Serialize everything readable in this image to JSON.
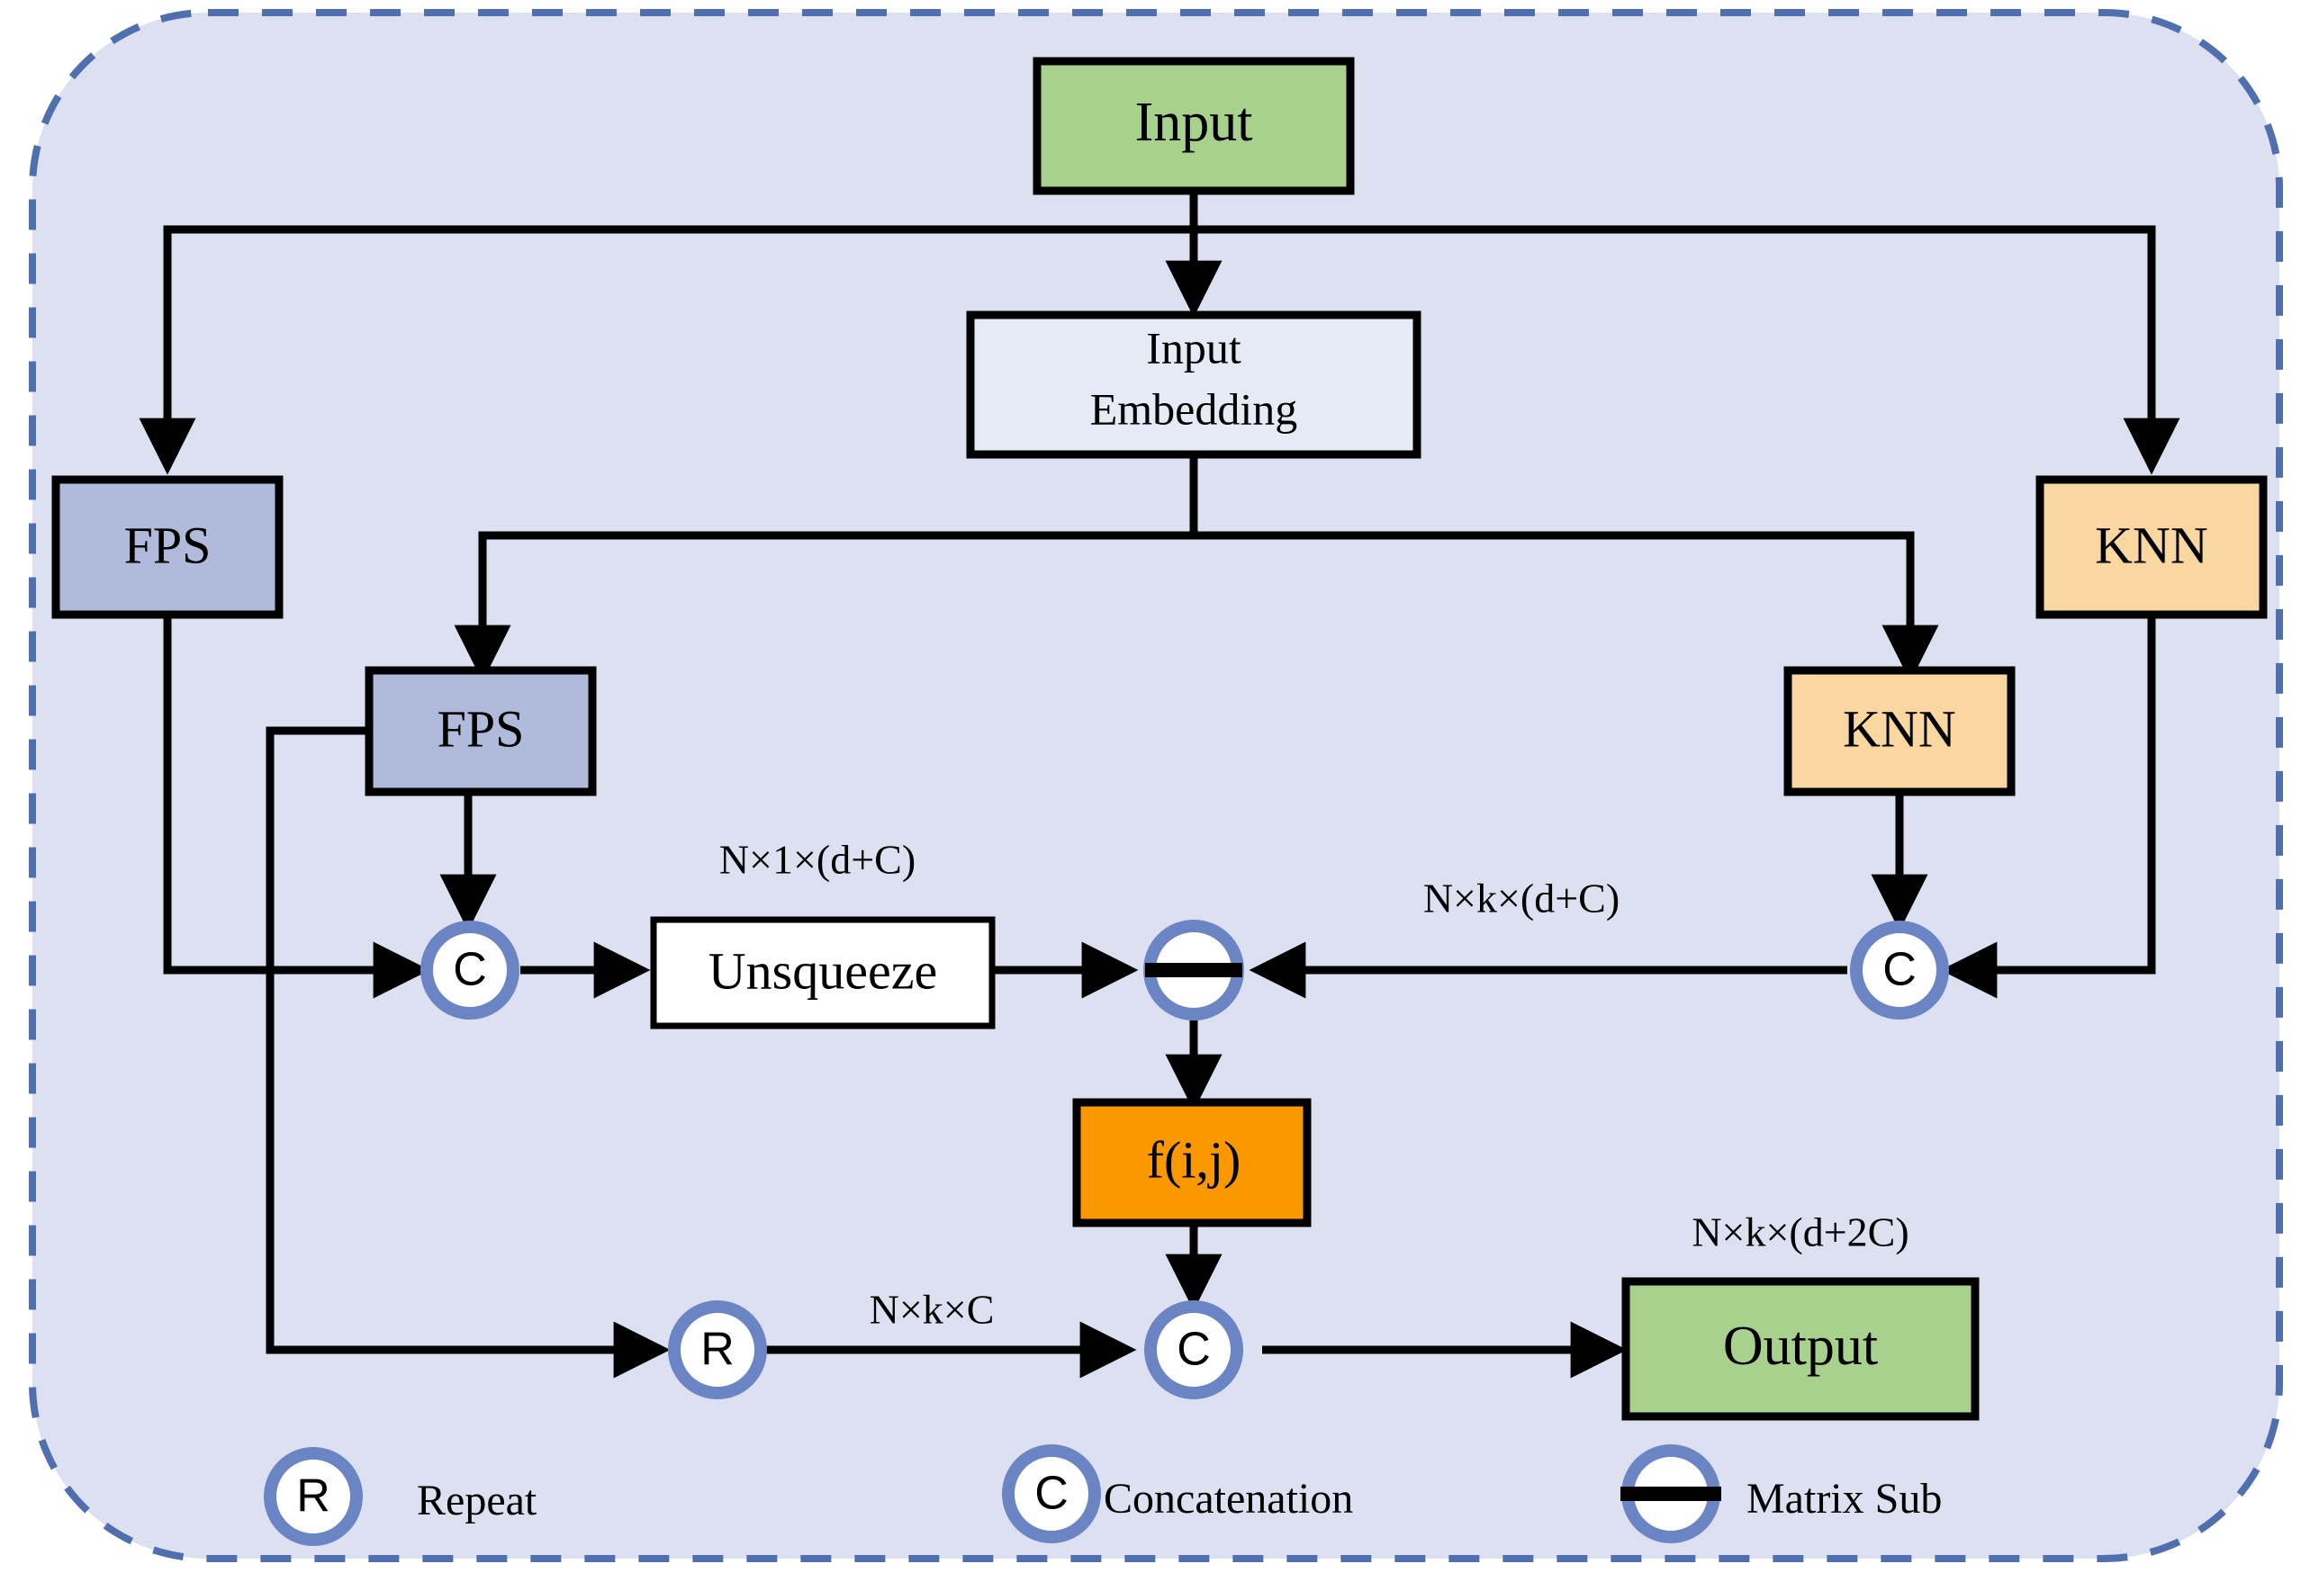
{
  "figure": {
    "type": "flow-diagram",
    "title": "",
    "background_color": "#dde0f0",
    "border_color": "#4f6fae",
    "border_style": "dashed"
  },
  "nodes": {
    "input": {
      "label": "Input",
      "color": "#a9d18e"
    },
    "input_embedding": {
      "label_line1": "Input",
      "label_line2": "Embedding",
      "color": "#e6eaf5"
    },
    "fps_left": {
      "label": "FPS",
      "color": "#b0bada"
    },
    "fps_mid": {
      "label": "FPS",
      "color": "#b0bada"
    },
    "knn_right": {
      "label": "KNN",
      "color": "#fad7a0"
    },
    "knn_mid": {
      "label": "KNN",
      "color": "#fad7a0"
    },
    "unsqueeze": {
      "label": "Unsqueeze",
      "color": "#e6eaf5"
    },
    "fij": {
      "label": "f(i,j)",
      "color": "#fa9800"
    },
    "output": {
      "label": "Output",
      "color": "#a9d18e"
    }
  },
  "operators": {
    "concat_left": {
      "glyph": "C",
      "name": "Concatenation",
      "ring_color": "#6b85c4"
    },
    "concat_right": {
      "glyph": "C",
      "name": "Concatenation",
      "ring_color": "#6b85c4"
    },
    "concat_bottom": {
      "glyph": "C",
      "name": "Concatenation",
      "ring_color": "#6b85c4"
    },
    "repeat": {
      "glyph": "R",
      "name": "Repeat",
      "ring_color": "#6b85c4"
    },
    "matrix_sub": {
      "glyph": "",
      "name": "Matrix Sub",
      "ring_color": "#6b85c4"
    }
  },
  "edge_labels": {
    "unsqueeze_dim": "N×1×(d+C)",
    "knn_dim": "N×k×(d+C)",
    "repeat_dim": "N×k×C",
    "output_dim": "N×k×(d+2C)"
  },
  "legend": {
    "items": [
      {
        "glyph": "R",
        "label": "Repeat"
      },
      {
        "glyph": "C",
        "label": "Concatenation"
      },
      {
        "glyph": "—",
        "label": "Matrix Sub"
      }
    ]
  },
  "colors": {
    "panel_fill": "#dde0f0",
    "panel_border": "#4f6fae",
    "green": "#a9d18e",
    "blue_box": "#b0bada",
    "peach": "#fad7a0",
    "orange": "#fa9800",
    "pale": "#e6eaf5",
    "ring": "#6b85c4",
    "stroke": "#000000"
  }
}
